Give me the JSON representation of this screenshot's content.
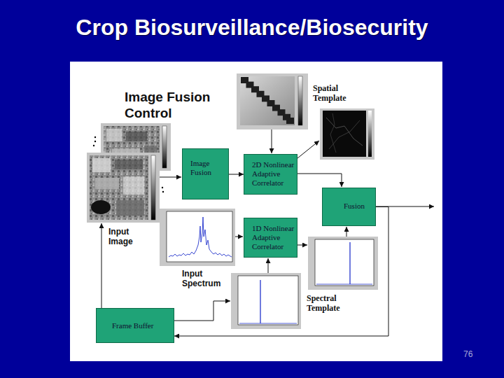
{
  "diagram": {
    "title": "Crop Biosurveillance/Biosecurity",
    "nodes": [
      {
        "text": [
          "Image Fusion Control"
        ]
      },
      {
        "text": [
          "Image Fusion"
        ],
        "in": 0
      },
      {
        "text": [
          "2D Nonlinear Adaptive Correlator"
        ],
        "in": 0
      },
      {
        "text": [
          "Fusion"
        ],
        "in": 0
      },
      {
        "text": [
          "1D Nonlinear Adaptive Correlator"
        ],
        "in": 0
      },
      {
        "text": [
          "Frame Buffer"
        ],
        "in": 0
      }
    ],
    "edges": [
      {
        "from": 1,
        "to": 2,
        "arrow": "to"
      },
      {
        "from": 3,
        "to": 5,
        "arrow": "to"
      }
    ],
    "labels": [
      "Spatial Template",
      "Input Image",
      "Input Spectrum",
      "Spectral Template",
      "76"
    ]
  }
}
